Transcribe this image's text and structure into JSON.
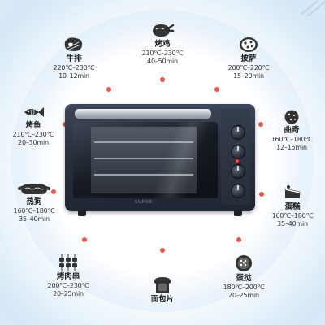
{
  "oven": {
    "brand": "SUPOR"
  },
  "foods": [
    {
      "id": "steak",
      "name": "牛排",
      "temp": "220℃–230℃",
      "time": "10–12min",
      "icon": "steak-icon"
    },
    {
      "id": "chicken",
      "name": "烤鸡",
      "temp": "210℃–230℃",
      "time": "40–50min",
      "icon": "roast-chicken-icon"
    },
    {
      "id": "pizza",
      "name": "披萨",
      "temp": "200℃–220℃",
      "time": "15–20min",
      "icon": "pizza-icon"
    },
    {
      "id": "fish",
      "name": "烤鱼",
      "temp": "210℃–230℃",
      "time": "20–30min",
      "icon": "fish-icon"
    },
    {
      "id": "cookie",
      "name": "曲奇",
      "temp": "160℃–180℃",
      "time": "12–15min",
      "icon": "cookie-icon"
    },
    {
      "id": "hotdog",
      "name": "热狗",
      "temp": "160℃–180℃",
      "time": "35–40min",
      "icon": "hotdog-icon"
    },
    {
      "id": "cake",
      "name": "蛋糕",
      "temp": "160℃–180℃",
      "time": "35–40min",
      "icon": "cake-icon"
    },
    {
      "id": "kebab",
      "name": "烤肉串",
      "temp": "200℃–230℃",
      "time": "20–25min",
      "icon": "kebab-icon"
    },
    {
      "id": "bread",
      "name": "面包片",
      "temp": "",
      "time": "",
      "icon": "bread-icon"
    },
    {
      "id": "tart",
      "name": "蛋挞",
      "temp": "180℃–200℃",
      "time": "20–25min",
      "icon": "egg-tart-icon"
    }
  ],
  "colors": {
    "accent_dot": "#e8574e",
    "oven_body": "#28303e",
    "halo": "#d3e7f6"
  }
}
